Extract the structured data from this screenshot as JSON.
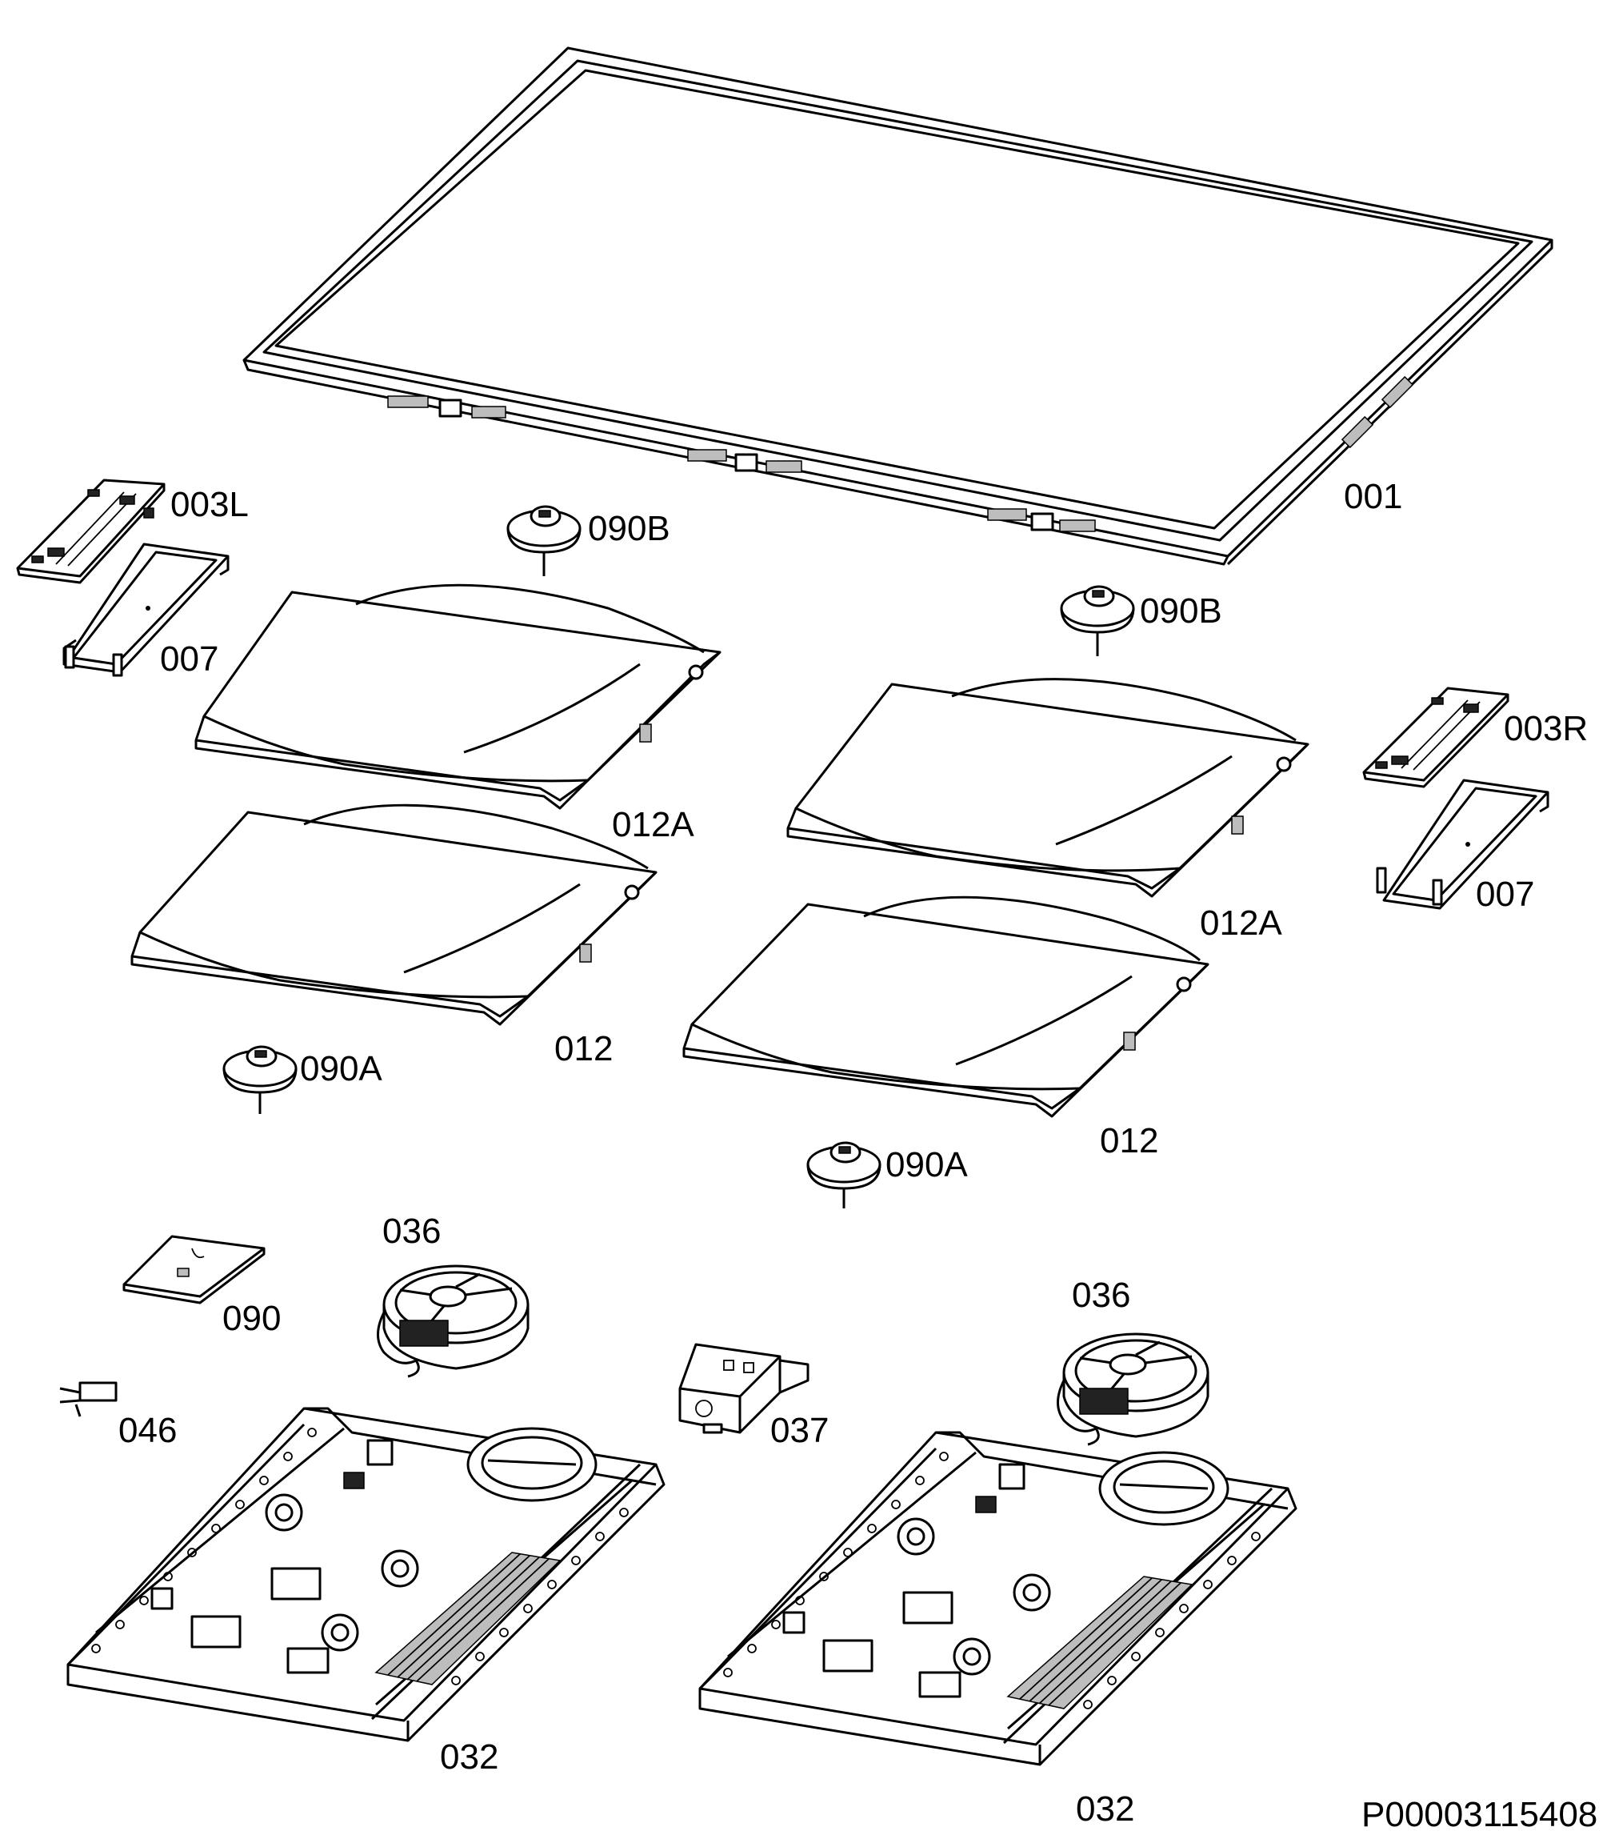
{
  "diagram": {
    "doc_id": "P00003115408",
    "labels": {
      "glass_top": "001",
      "touch_control_left": "003L",
      "touch_control_right": "003R",
      "bracket_left": "007",
      "bracket_right": "007",
      "sensor_090b_left": "090B",
      "sensor_090b_right": "090B",
      "coil_012a_left": "012A",
      "coil_012a_right": "012A",
      "coil_012_left": "012",
      "coil_012_right": "012",
      "sensor_090a_left": "090A",
      "sensor_090a_right": "090A",
      "fan_left": "036",
      "fan_right": "036",
      "plate_090": "090",
      "clip_046": "046",
      "filter_037": "037",
      "board_left": "032",
      "board_right": "032"
    }
  }
}
